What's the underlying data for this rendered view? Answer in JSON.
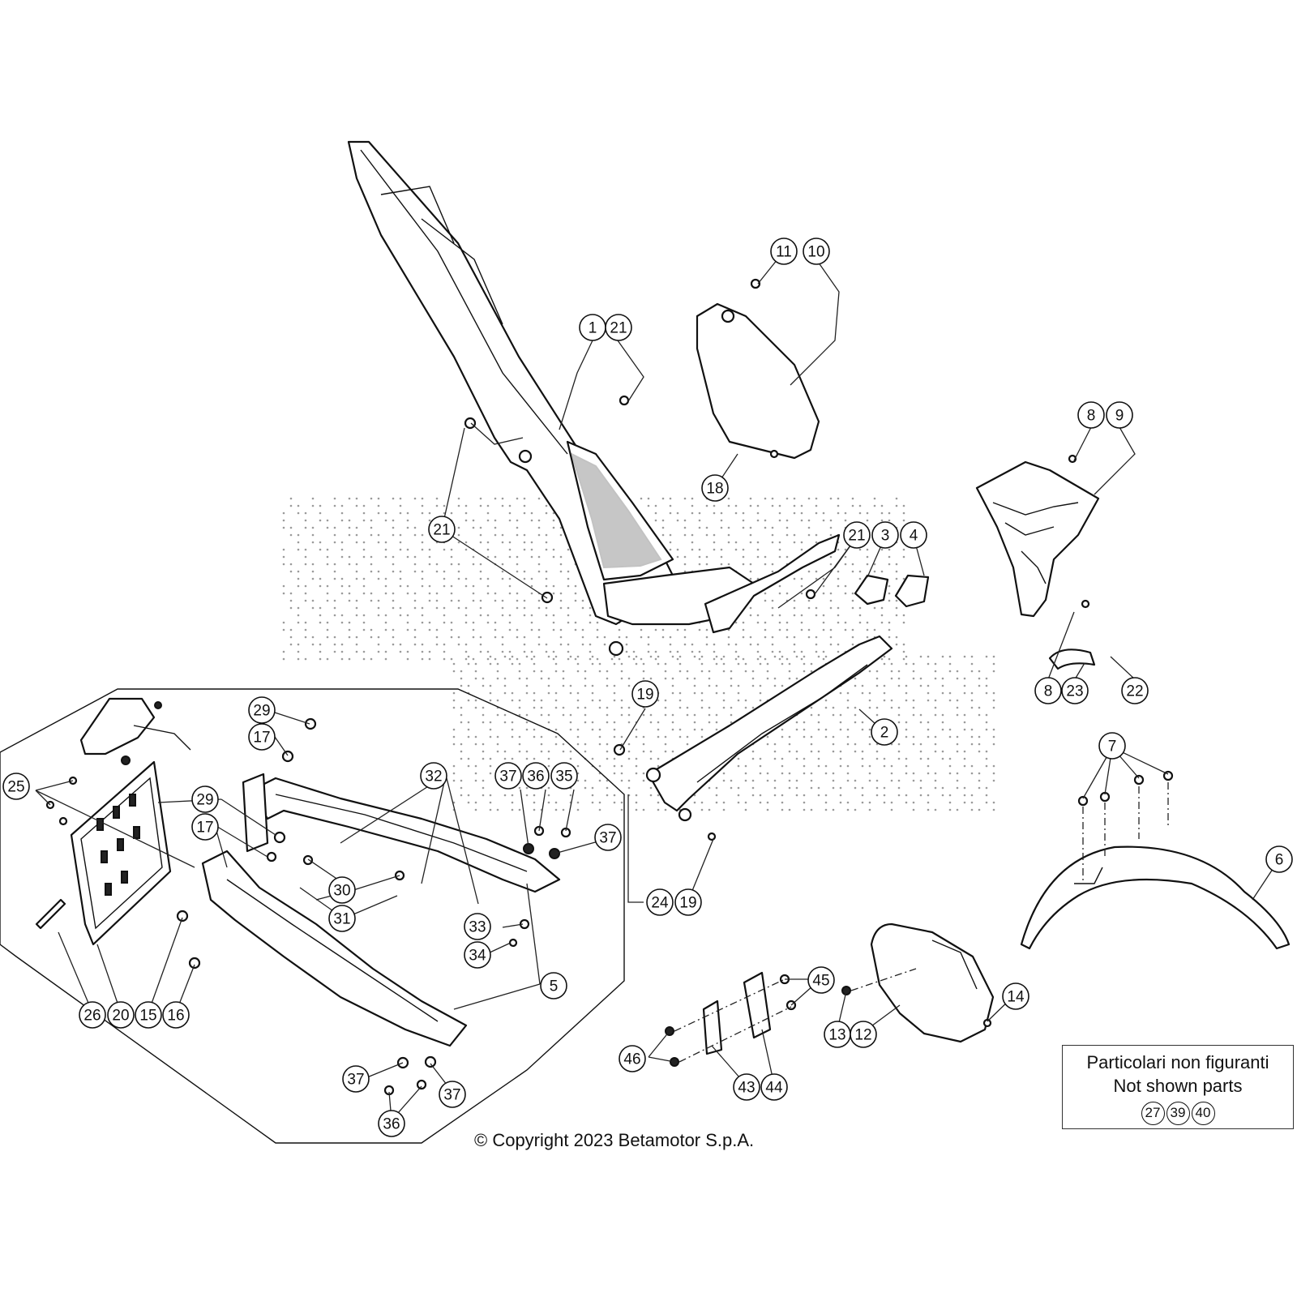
{
  "copyright": "© Copyright 2023 Betamotor S.p.A.",
  "not_shown_box": {
    "line_it": "Particolari non figuranti",
    "line_en": "Not shown parts",
    "refs": [
      "27",
      "39",
      "40"
    ]
  },
  "callouts": [
    "1",
    "21",
    "11",
    "10",
    "8",
    "9",
    "18",
    "21",
    "21",
    "3",
    "4",
    "8",
    "23",
    "22",
    "19",
    "2",
    "29",
    "17",
    "32",
    "37",
    "36",
    "35",
    "25",
    "29",
    "17",
    "37",
    "30",
    "31",
    "24",
    "19",
    "33",
    "34",
    "5",
    "7",
    "6",
    "45",
    "14",
    "13",
    "12",
    "26",
    "20",
    "15",
    "16",
    "46",
    "43",
    "44",
    "37",
    "37",
    "36"
  ]
}
